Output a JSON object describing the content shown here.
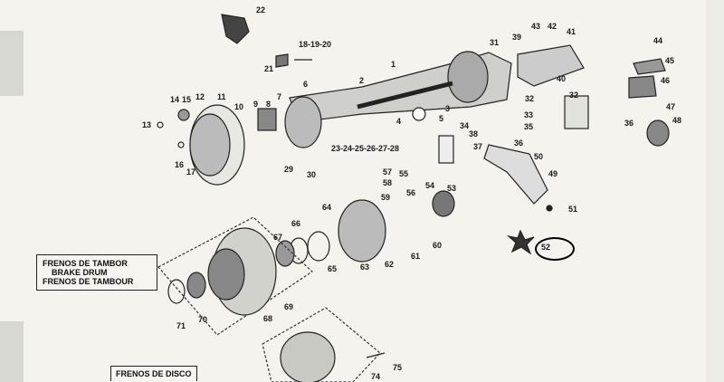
{
  "part_labels": [
    {
      "id": "p1",
      "text": "1"
    },
    {
      "id": "p2",
      "text": "2"
    },
    {
      "id": "p3",
      "text": "3"
    },
    {
      "id": "p4",
      "text": "4"
    },
    {
      "id": "p5",
      "text": "5"
    },
    {
      "id": "p6",
      "text": "6"
    },
    {
      "id": "p7",
      "text": "7"
    },
    {
      "id": "p8",
      "text": "8"
    },
    {
      "id": "p9",
      "text": "9"
    },
    {
      "id": "p10",
      "text": "10"
    },
    {
      "id": "p11",
      "text": "11"
    },
    {
      "id": "p12",
      "text": "12"
    },
    {
      "id": "p13",
      "text": "13"
    },
    {
      "id": "p14",
      "text": "14"
    },
    {
      "id": "p15",
      "text": "15"
    },
    {
      "id": "p16",
      "text": "16"
    },
    {
      "id": "p17",
      "text": "17"
    },
    {
      "id": "p18_20",
      "text": "18-19-20"
    },
    {
      "id": "p21",
      "text": "21"
    },
    {
      "id": "p22",
      "text": "22"
    },
    {
      "id": "p23_28",
      "text": "23-24-25-26-27-28"
    },
    {
      "id": "p29",
      "text": "29"
    },
    {
      "id": "p30",
      "text": "30"
    },
    {
      "id": "p31",
      "text": "31"
    },
    {
      "id": "p32a",
      "text": "32"
    },
    {
      "id": "p32b",
      "text": "32"
    },
    {
      "id": "p33",
      "text": "33"
    },
    {
      "id": "p34",
      "text": "34"
    },
    {
      "id": "p35",
      "text": "35"
    },
    {
      "id": "p36a",
      "text": "36"
    },
    {
      "id": "p36b",
      "text": "36"
    },
    {
      "id": "p37",
      "text": "37"
    },
    {
      "id": "p38",
      "text": "38"
    },
    {
      "id": "p39",
      "text": "39"
    },
    {
      "id": "p40",
      "text": "40"
    },
    {
      "id": "p41",
      "text": "41"
    },
    {
      "id": "p42",
      "text": "42"
    },
    {
      "id": "p43",
      "text": "43"
    },
    {
      "id": "p44",
      "text": "44"
    },
    {
      "id": "p45",
      "text": "45"
    },
    {
      "id": "p46",
      "text": "46"
    },
    {
      "id": "p47",
      "text": "47"
    },
    {
      "id": "p48",
      "text": "48"
    },
    {
      "id": "p49",
      "text": "49"
    },
    {
      "id": "p50",
      "text": "50"
    },
    {
      "id": "p51",
      "text": "51"
    },
    {
      "id": "p52",
      "text": "52"
    },
    {
      "id": "p53",
      "text": "53"
    },
    {
      "id": "p54",
      "text": "54"
    },
    {
      "id": "p55",
      "text": "55"
    },
    {
      "id": "p56",
      "text": "56"
    },
    {
      "id": "p57",
      "text": "57"
    },
    {
      "id": "p58",
      "text": "58"
    },
    {
      "id": "p59",
      "text": "59"
    },
    {
      "id": "p60",
      "text": "60"
    },
    {
      "id": "p61",
      "text": "61"
    },
    {
      "id": "p62",
      "text": "62"
    },
    {
      "id": "p63",
      "text": "63"
    },
    {
      "id": "p64",
      "text": "64"
    },
    {
      "id": "p65",
      "text": "65"
    },
    {
      "id": "p66",
      "text": "66"
    },
    {
      "id": "p67",
      "text": "67"
    },
    {
      "id": "p68",
      "text": "68"
    },
    {
      "id": "p69",
      "text": "69"
    },
    {
      "id": "p70",
      "text": "70"
    },
    {
      "id": "p71",
      "text": "71"
    },
    {
      "id": "p74",
      "text": "74"
    },
    {
      "id": "p75",
      "text": "75"
    }
  ],
  "drum_note": {
    "line1": "FRENOS DE TAMBOR",
    "line2": "BRAKE DRUM",
    "line3": "FRENOS DE TAMBOUR"
  },
  "disc_note": {
    "line1": "FRENOS DE DISCO"
  },
  "highlight": {
    "label": "52",
    "color": "#000000"
  }
}
